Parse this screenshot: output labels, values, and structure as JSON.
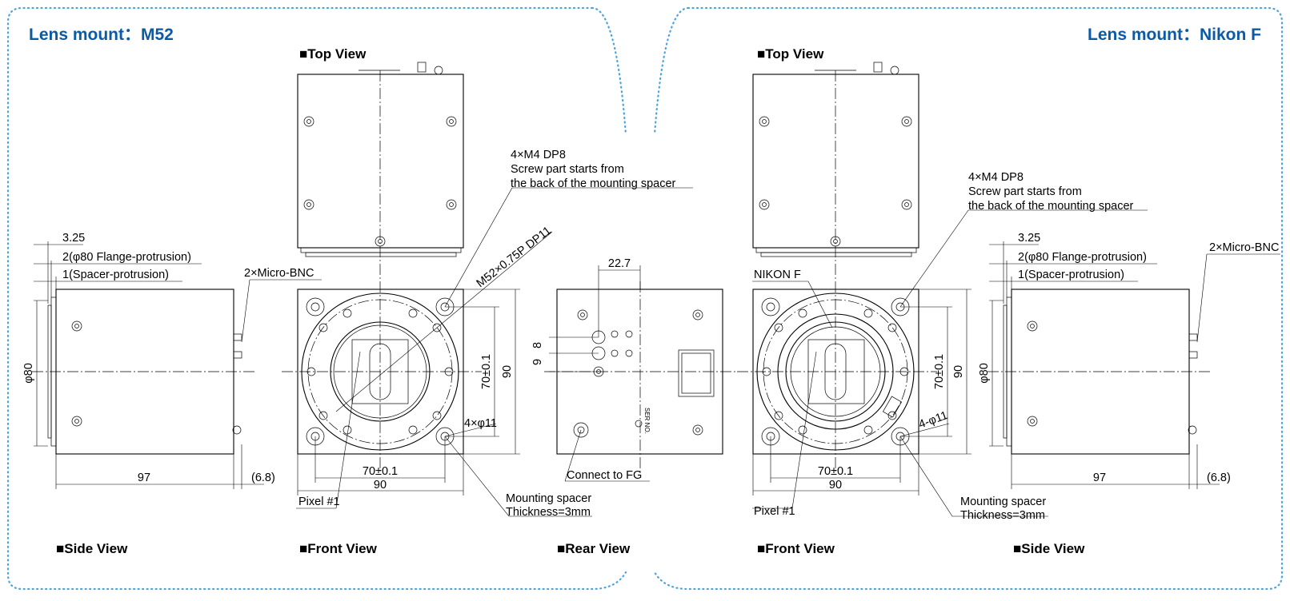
{
  "titles": {
    "left": "Lens mount：M52",
    "right": "Lens mount：Nikon F"
  },
  "view_labels": {
    "left_top": "■Top View",
    "right_top": "■Top View",
    "left_side": "■Side View",
    "left_front": "■Front View",
    "rear": "■Rear View",
    "right_front": "■Front View",
    "right_side": "■Side View"
  },
  "left_side": {
    "d_3_25": "3.25",
    "flange": "2(φ80 Flange-protrusion)",
    "spacer": "1(Spacer-protrusion)",
    "phi80": "φ80",
    "len97": "97",
    "len68": "(6.8)",
    "bnc": "2×Micro-BNC"
  },
  "left_front": {
    "screw_line1": "4×M4 DP8",
    "screw_line2": "Screw part starts from",
    "screw_line3": "the back of the mounting spacer",
    "thread": "M52×0.75P DP11",
    "d70h": "70±0.1",
    "d90h": "90",
    "d70v": "70±0.1",
    "d90v": "90",
    "holes": "4×φ11",
    "pixel": "Pixel #1",
    "spacer1": "Mounting spacer",
    "spacer2": "Thickness=3mm"
  },
  "rear": {
    "d22_7": "22.7",
    "d8": "8",
    "d9": "9",
    "fg": "Connect to FG",
    "serial": "SER NO."
  },
  "right_front": {
    "screw_line1": "4×M4 DP8",
    "screw_line2": "Screw part starts from",
    "screw_line3": "the back of the mounting spacer",
    "nikon": "NIKON F",
    "d70h": "70±0.1",
    "d90h": "90",
    "d70v": "70±0.1",
    "d90v": "90",
    "holes": "4-φ11",
    "pixel": "Pixel #1",
    "spacer1": "Mounting spacer",
    "spacer2": "Thickness=3mm"
  },
  "right_side": {
    "d_3_25": "3.25",
    "flange": "2(φ80 Flange-protrusion)",
    "spacer": "1(Spacer-protrusion)",
    "phi80": "φ80",
    "len97": "97",
    "len68": "(6.8)",
    "bnc": "2×Micro-BNC"
  }
}
